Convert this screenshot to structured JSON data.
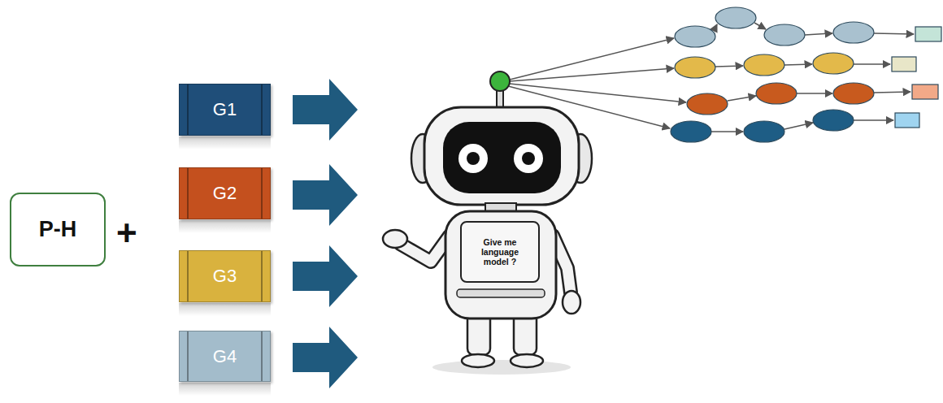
{
  "diagram": {
    "nodes": [
      {
        "text": [
          "P-H"
        ]
      },
      {
        "text": [
          "G1"
        ]
      },
      {
        "text": [
          "G2"
        ]
      },
      {
        "text": [
          "G3"
        ]
      },
      {
        "text": [
          "G4"
        ]
      },
      {
        "text": [
          "Give me language model ?"
        ]
      }
    ],
    "labels": [
      "+"
    ]
  }
}
